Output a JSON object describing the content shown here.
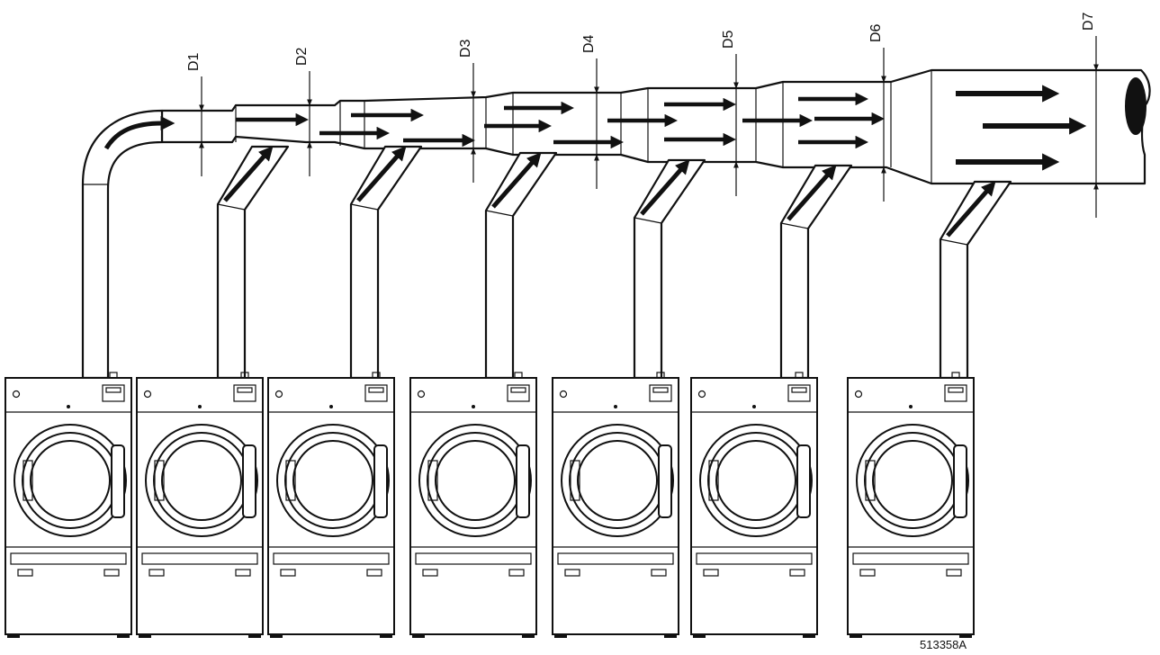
{
  "diagram": {
    "drawing_number": "513358A",
    "dimension_labels": [
      "D1",
      "D2",
      "D3",
      "D4",
      "D5",
      "D6",
      "D7"
    ],
    "dryer_count": 7,
    "line_color": "#111111",
    "background_color": "#ffffff",
    "flow_direction": "left-to-right"
  }
}
